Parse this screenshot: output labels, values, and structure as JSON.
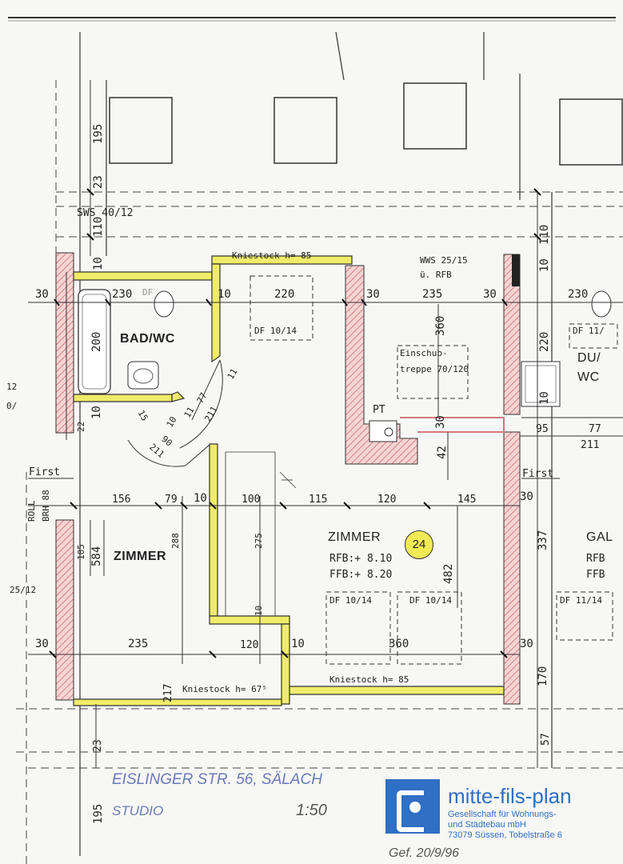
{
  "rooms": {
    "bad_wc": "BAD/WC",
    "zimmer_left": "ZIMMER",
    "zimmer_main": "ZIMMER",
    "du_wc_1": "DU/",
    "du_wc_2": "WC",
    "gal": "GAL",
    "badge": "24"
  },
  "notes": {
    "sws": "SWS 40/12",
    "kniestock_top": "Kniestock h= 85",
    "kniestock_left": "Kniestock h= 67⁵",
    "kniestock_right": "Kniestock h= 85",
    "wws_1": "WWS 25/15",
    "wws_2": "ü. RFB",
    "df_a": "DF 10/14",
    "df_b": "DF 10/14",
    "df_c": "DF 10/14",
    "df_d": "DF 11/14",
    "df_e": "DF 11/",
    "einschub_1": "Einschub-",
    "einschub_2": "treppe 70/120",
    "pt": "PT",
    "first_left": "First",
    "first_right": "First",
    "roll": "ROLL",
    "brh": "BRH 88",
    "rfb": "RFB:+ 8.10",
    "ffb": "FFB:+ 8.20",
    "rfb_r": "RFB",
    "ffb_r": "FFB",
    "df_bad": "DF"
  },
  "dims": {
    "d195_top": "195",
    "d23_top": "23",
    "d110": "110",
    "d10_a": "10",
    "d30_l": "30",
    "d230": "230",
    "d10_b": "10",
    "d220": "220",
    "d30_m": "30",
    "d235_top": "235",
    "d30_r": "30",
    "d230_r": "230",
    "d200": "200",
    "d360": "360",
    "d110_r": "110",
    "d10_r": "10",
    "d220_r": "220",
    "d10_r2": "10",
    "d12": "12",
    "d10_slash": "0/",
    "d10_c": "10",
    "d22": "22",
    "d15": "15",
    "d10_d": "10",
    "d11": "11",
    "d77": "77",
    "d211": "211",
    "d11b": "11",
    "d90": "90",
    "d211b": "211",
    "d30_pt": "30",
    "d42": "42",
    "d95": "95",
    "d77r": "77",
    "d211r": "211",
    "d156": "156",
    "d79": "79",
    "d10_e": "10",
    "d100": "100",
    "d115": "115",
    "d120": "120",
    "d145": "145",
    "d30_f": "30",
    "d337": "337",
    "d105": "105",
    "d584": "584",
    "d288": "288",
    "d275": "275",
    "d482": "482",
    "d25_12": "25/12",
    "d10_f": "10",
    "d30_g": "30",
    "d235": "235",
    "d120b": "120",
    "d10_g": "10",
    "d360b": "360",
    "d30_h": "30",
    "d170": "170",
    "d217": "217",
    "d23_bot": "23",
    "d57": "57",
    "d195_bot": "195"
  },
  "titleblock": {
    "address": "EISLINGER STR. 56, SÄLACH",
    "project": "STUDIO",
    "scale": "1:50",
    "date": "Gef. 20/9/96",
    "brand": "mitte-fils-plan",
    "line1": "Gesellschaft für Wohnungs-",
    "line2": "und Städtebau mbH",
    "line3": "73079 Süssen, Tobelstraße 6"
  },
  "colors": {
    "wall_hatch": "#e7a7a7",
    "outline_yellow": "#f0ec6a",
    "brand_blue": "#2f6fc4"
  }
}
